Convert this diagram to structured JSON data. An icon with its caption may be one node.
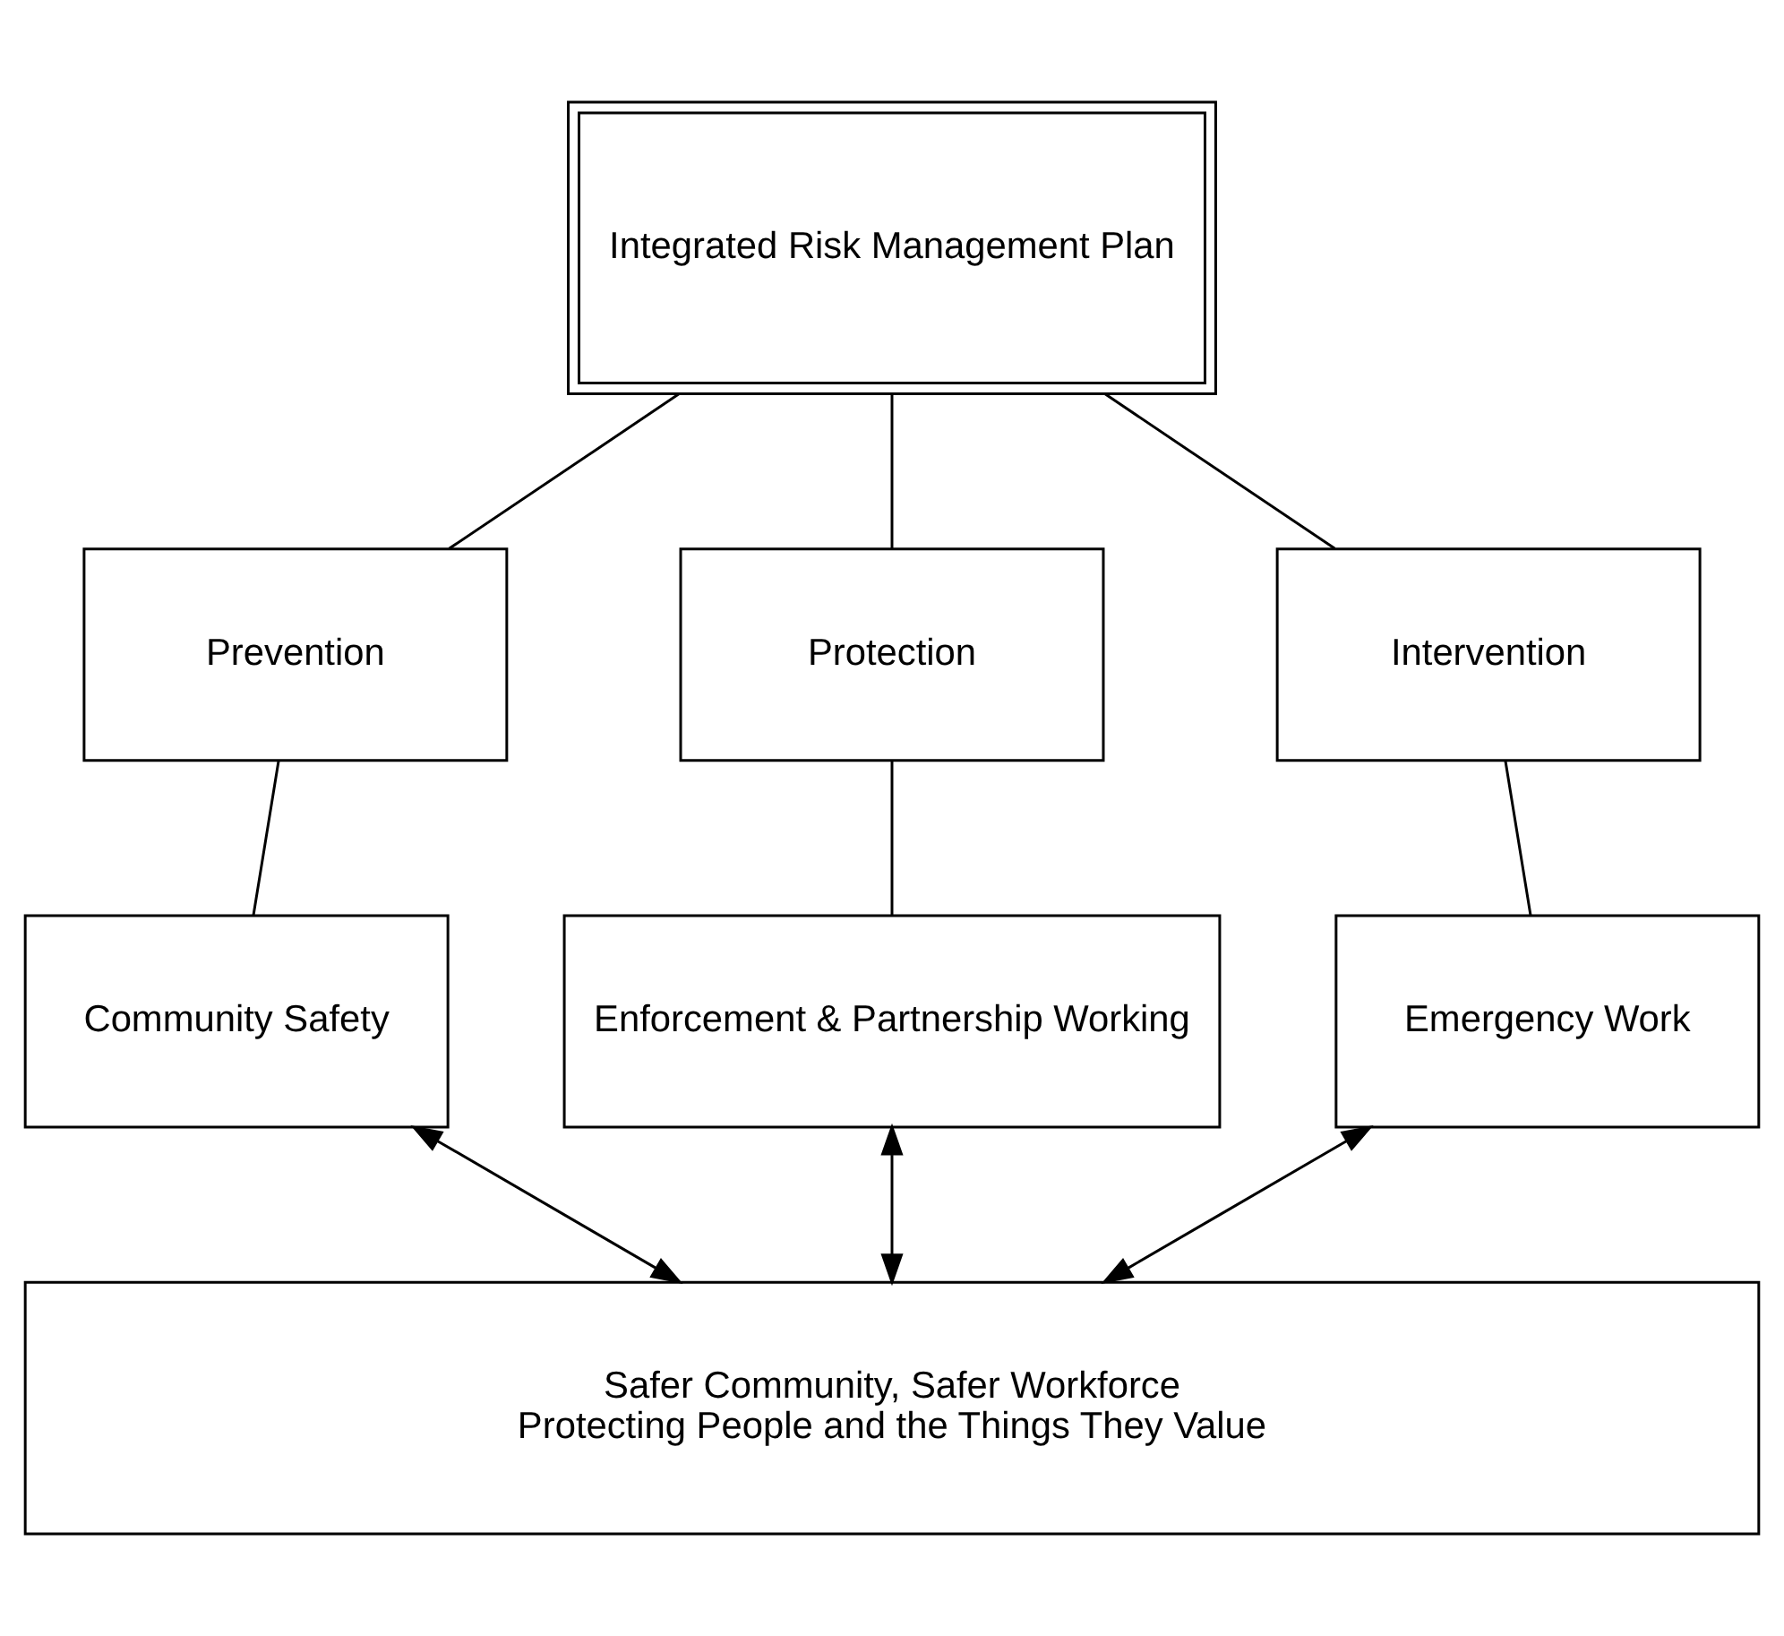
{
  "diagram": {
    "nodes": [
      {
        "text": [
          "Integrated Risk Management Plan"
        ]
      },
      {
        "text": [
          "Prevention"
        ]
      },
      {
        "text": [
          "Protection"
        ]
      },
      {
        "text": [
          "Intervention"
        ]
      },
      {
        "text": [
          "Community Safety"
        ]
      },
      {
        "text": [
          "Enforcement & Partnership Working"
        ]
      },
      {
        "text": [
          "Emergency Work"
        ]
      },
      {
        "text": [
          "Safer Community, Safer Workforce",
          "Protecting People and the Things They Value"
        ]
      }
    ],
    "edges": [
      {
        "from": 0,
        "to": 1,
        "arrow": "none"
      },
      {
        "from": 0,
        "to": 2,
        "arrow": "none"
      },
      {
        "from": 0,
        "to": 3,
        "arrow": "none"
      },
      {
        "from": 1,
        "to": 4,
        "arrow": "none"
      },
      {
        "from": 2,
        "to": 5,
        "arrow": "none"
      },
      {
        "from": 3,
        "to": 6,
        "arrow": "none"
      },
      {
        "from": 4,
        "to": 7,
        "arrow": "both"
      },
      {
        "from": 5,
        "to": 7,
        "arrow": "both"
      },
      {
        "from": 6,
        "to": 7,
        "arrow": "both"
      }
    ]
  }
}
